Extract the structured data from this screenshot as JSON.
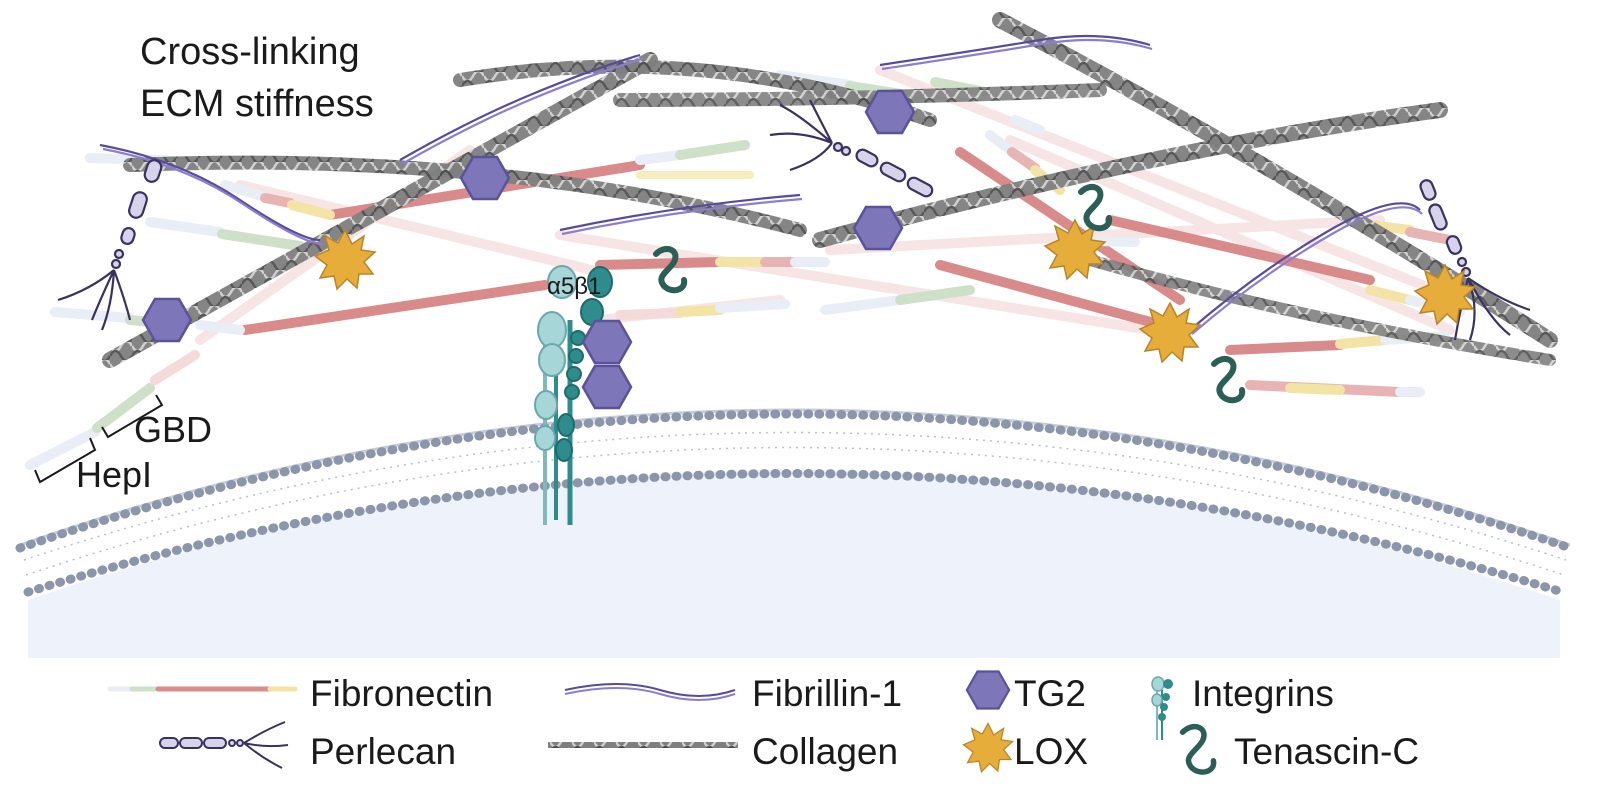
{
  "title": {
    "line1": "Cross-linking",
    "line2": "ECM stiffness"
  },
  "annotations": {
    "gbd": "GBD",
    "hepl": "HepI",
    "integrin_subunits": "α5β1"
  },
  "legend": {
    "fibronectin": "Fibronectin",
    "perlecan": "Perlecan",
    "fibrillin": "Fibrillin-1",
    "collagen": "Collagen",
    "tg2": "TG2",
    "lox": "LOX",
    "integrins": "Integrins",
    "tenascin": "Tenascin-C"
  },
  "colors": {
    "fibronectin_core": "#d98b8b",
    "fibronectin_pale": "#f1cfcf",
    "tg2": "#7d76b8",
    "lox": "#e6ad3a",
    "tenascin": "#2b5f56",
    "collagen": "#8a8a8a",
    "fibrillin": "#5a4a9a",
    "perlecan": "#4a3f78",
    "membrane": "#8c96ab",
    "cell": "#eef2fa",
    "integrin_alpha": "#a7d6d8",
    "integrin_beta": "#2f8c8c"
  }
}
